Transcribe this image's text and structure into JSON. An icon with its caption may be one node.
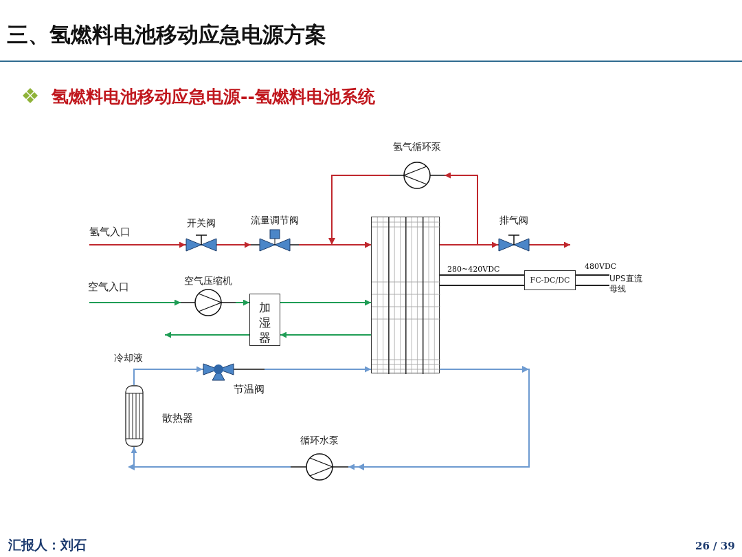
{
  "diagram": {
    "title": "三、氢燃料电池移动应急电源方案",
    "nodes": [
      {
        "text": [
          "开关阀"
        ]
      },
      {
        "text": [
          "流量调节阀"
        ]
      },
      {
        "text": [],
        "shape": "box"
      },
      {
        "text": [
          "氢气循环泵"
        ]
      },
      {
        "text": [
          "排气阀"
        ]
      },
      {
        "text": [
          "空气压缩机"
        ]
      },
      {
        "text": [
          "加湿器"
        ]
      },
      {
        "text": [
          "FC-DC/DC"
        ]
      },
      {
        "text": [
          "节温阀"
        ]
      },
      {
        "text": [
          "散热器"
        ]
      },
      {
        "text": [
          "循环水泵"
        ]
      },
      {
        "text": [
          "UPS直流母线"
        ]
      }
    ],
    "edges": [
      {
        "from": null,
        "to": 0,
        "arrow": "to",
        "color": "#c0272d"
      },
      {
        "from": 0,
        "to": 1,
        "arrow": "to",
        "color": "#c0272d"
      },
      {
        "from": 1,
        "to": 2,
        "arrow": "to",
        "color": "#c0272d"
      },
      {
        "from": 3,
        "to": 2,
        "arrow": "to",
        "color": "#c0272d"
      },
      {
        "from": 2,
        "to": 4,
        "arrow": "to",
        "color": "#c0272d"
      },
      {
        "from": 4,
        "to": null,
        "arrow": "to",
        "color": "#c0272d"
      },
      {
        "from": 2,
        "to": 3,
        "arrow": "to",
        "color": "#c0272d"
      },
      {
        "from": null,
        "to": 5,
        "arrow": "to",
        "color": "#1f9d55"
      },
      {
        "from": 5,
        "to": 6,
        "arrow": "to",
        "color": "#1f9d55"
      },
      {
        "from": 6,
        "to": 2,
        "arrow": "to",
        "color": "#1f9d55"
      },
      {
        "from": 2,
        "to": 6,
        "arrow": "to",
        "color": "#1f9d55"
      },
      {
        "from": 6,
        "to": null,
        "arrow": "to",
        "color": "#1f9d55"
      },
      {
        "from": 2,
        "to": 7,
        "arrow": "none",
        "label": "280~420VDC",
        "color": "#222222"
      },
      {
        "from": 7,
        "to": 11,
        "arrow": "none",
        "label": "480VDC",
        "color": "#222222"
      },
      {
        "from": 9,
        "to": 8,
        "arrow": "to",
        "color": "#6d9ad0"
      },
      {
        "from": 8,
        "to": 2,
        "arrow": "to",
        "color": "#6d9ad0"
      },
      {
        "from": 2,
        "to": 10,
        "arrow": "to",
        "color": "#6d9ad0"
      },
      {
        "from": 10,
        "to": 9,
        "arrow": "to",
        "color": "#6d9ad0"
      }
    ],
    "labels": [
      "氢燃料电池移动应急电源--氢燃料电池系统",
      "氢气入口",
      "空气入口",
      "冷却液",
      "汇报人：刘石",
      "26 / 39"
    ]
  }
}
